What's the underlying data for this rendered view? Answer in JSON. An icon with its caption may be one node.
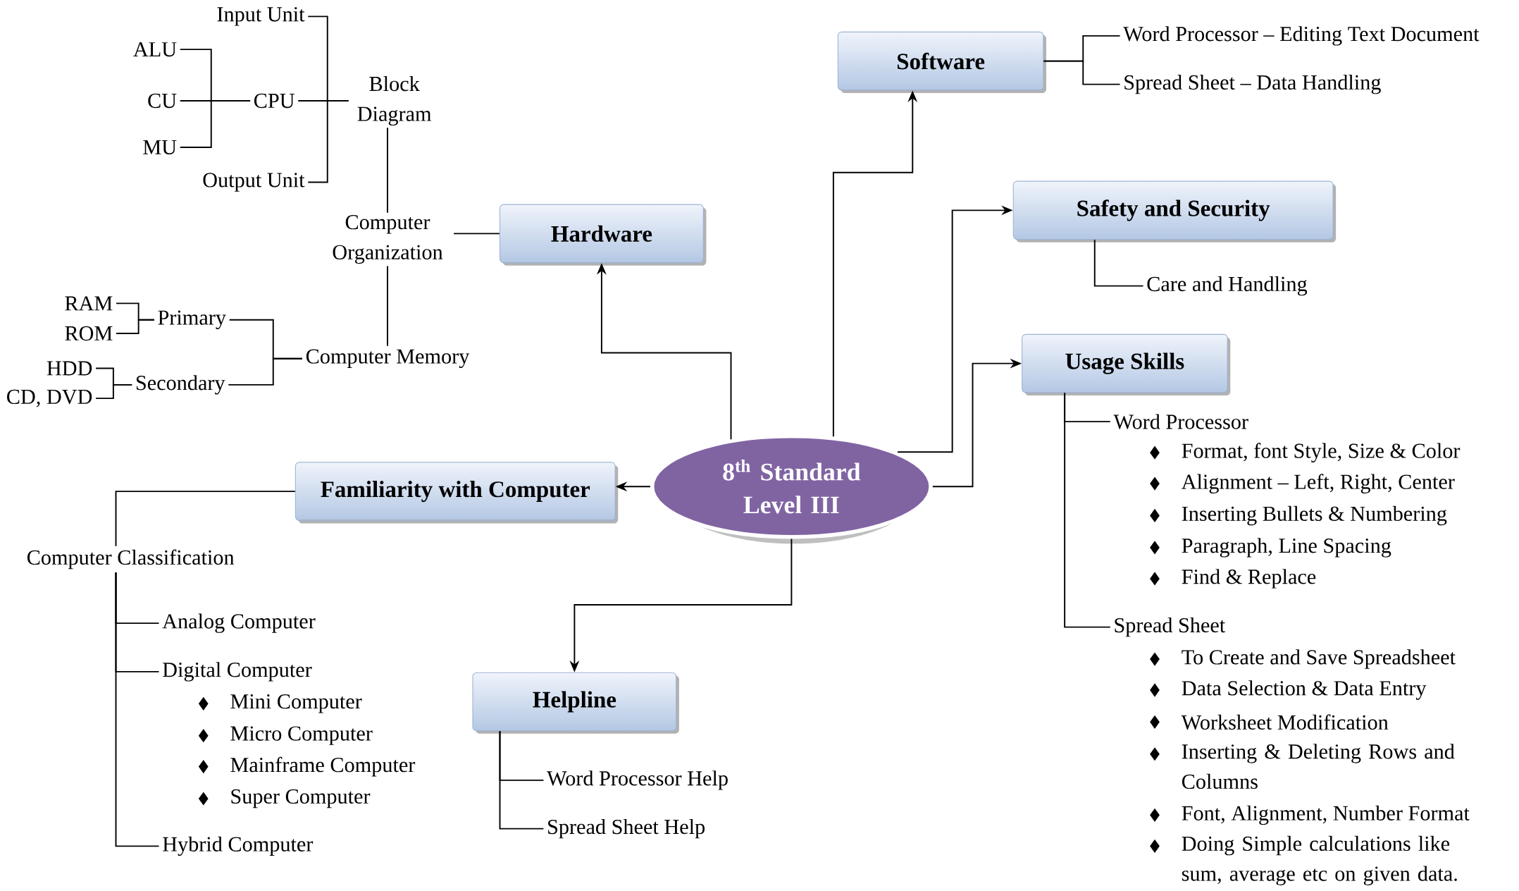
{
  "diagram": {
    "nodes": [
      {
        "text": [
          "8$^{th}$ Standard Level III"
        ]
      },
      {
        "text": [
          "Software"
        ]
      },
      {
        "text": [
          "Safety and Security"
        ]
      },
      {
        "text": [
          "Usage Skills"
        ]
      },
      {
        "text": [
          "Hardware"
        ]
      },
      {
        "text": [
          "Familiarity with Computer"
        ]
      },
      {
        "text": [
          "Helpline"
        ]
      },
      {
        "text": [
          "Input Unit"
        ]
      },
      {
        "text": [
          "ALU"
        ]
      },
      {
        "text": [
          "CU"
        ]
      },
      {
        "text": [
          "MU"
        ]
      },
      {
        "text": [
          "CPU"
        ]
      },
      {
        "text": [
          "Output Unit"
        ]
      },
      {
        "text": [
          "Block Diagram"
        ]
      },
      {
        "text": [
          "Computer Organization"
        ]
      },
      {
        "text": [
          "RAM"
        ]
      },
      {
        "text": [
          "ROM"
        ]
      },
      {
        "text": [
          "Primary"
        ]
      },
      {
        "text": [
          "HDD"
        ]
      },
      {
        "text": [
          "CD, DVD"
        ]
      },
      {
        "text": [
          "Secondary"
        ]
      },
      {
        "text": [
          "Computer Memory"
        ]
      },
      {
        "text": [
          "Word Processor – Editing Text Document"
        ]
      },
      {
        "text": [
          "Spread Sheet – Data Handling"
        ]
      },
      {
        "text": [
          "Care and Handling"
        ]
      },
      {
        "text": [
          "Word Processor"
        ]
      },
      {
        "text": [
          "Spread Sheet"
        ]
      },
      {
        "text": [
          "Computer Classification"
        ]
      },
      {
        "text": [
          "Analog Computer"
        ]
      },
      {
        "text": [
          "Digital Computer"
        ]
      },
      {
        "text": [
          "Hybrid Computer"
        ]
      },
      {
        "text": [
          "Word Processor Help"
        ]
      },
      {
        "text": [
          "Spread Sheet Help"
        ]
      }
    ],
    "edges": [
      {
        "from": 0,
        "to": 1,
        "arrow": "to"
      },
      {
        "from": 0,
        "to": 2,
        "arrow": "to"
      },
      {
        "from": 0,
        "to": 3,
        "arrow": "to"
      },
      {
        "from": 0,
        "to": 4,
        "arrow": "to"
      },
      {
        "from": 0,
        "to": 5,
        "arrow": "to"
      },
      {
        "from": 0,
        "to": 6,
        "arrow": "to"
      },
      {
        "from": 13,
        "to": 7,
        "arrow": "none"
      },
      {
        "from": 13,
        "to": 11,
        "arrow": "none"
      },
      {
        "from": 13,
        "to": 12,
        "arrow": "none"
      },
      {
        "from": 11,
        "to": 8,
        "arrow": "none"
      },
      {
        "from": 11,
        "to": 9,
        "arrow": "none"
      },
      {
        "from": 11,
        "to": 10,
        "arrow": "none"
      },
      {
        "from": 14,
        "to": 13,
        "arrow": "none"
      },
      {
        "from": 4,
        "to": 14,
        "arrow": "none"
      },
      {
        "from": 14,
        "to": 21,
        "arrow": "none"
      },
      {
        "from": 21,
        "to": 17,
        "arrow": "none"
      },
      {
        "from": 21,
        "to": 20,
        "arrow": "none"
      },
      {
        "from": 17,
        "to": 15,
        "arrow": "none"
      },
      {
        "from": 17,
        "to": 16,
        "arrow": "none"
      },
      {
        "from": 20,
        "to": 18,
        "arrow": "none"
      },
      {
        "from": 20,
        "to": 19,
        "arrow": "none"
      },
      {
        "from": 1,
        "to": 22,
        "arrow": "none"
      },
      {
        "from": 1,
        "to": 23,
        "arrow": "none"
      },
      {
        "from": 2,
        "to": 24,
        "arrow": "none"
      },
      {
        "from": 3,
        "to": 25,
        "arrow": "none"
      },
      {
        "from": 3,
        "to": 26,
        "arrow": "none"
      },
      {
        "from": 5,
        "to": 27,
        "arrow": "none"
      },
      {
        "from": 27,
        "to": 28,
        "arrow": "none"
      },
      {
        "from": 27,
        "to": 29,
        "arrow": "none"
      },
      {
        "from": 27,
        "to": 30,
        "arrow": "none"
      },
      {
        "from": 6,
        "to": 31,
        "arrow": "none"
      },
      {
        "from": 6,
        "to": 32,
        "arrow": "none"
      }
    ],
    "labels": [
      "Format, font Style, Size & Color",
      "Alignment – Left, Right, Center",
      "Inserting Bullets & Numbering",
      "Paragraph, Line Spacing",
      "Find & Replace",
      "To Create and Save Spreadsheet",
      "Data Selection & Data Entry",
      "Worksheet Modification",
      "Inserting & Deleting Rows and Columns",
      "Font, Alignment, Number Format",
      "Doing Simple calculations like sum, average etc on given data.",
      "Mini Computer",
      "Micro Computer",
      "Mainframe Computer",
      "Super Computer"
    ]
  }
}
